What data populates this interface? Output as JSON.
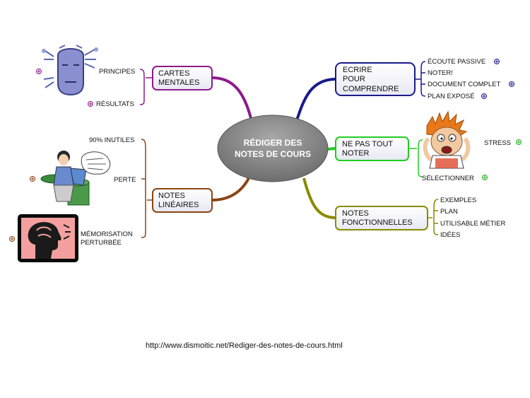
{
  "center": {
    "line1": "RÉDIGER DES",
    "line2": "NOTES DE COURS"
  },
  "branches": {
    "ecrire": {
      "title": [
        "ECRIRE",
        "POUR",
        "COMPRENDRE"
      ],
      "color": "#1a1a8c",
      "items": [
        "ÉCOUTE PASSIVE",
        "NOTER!",
        "DOCUMENT COMPLET",
        "PLAN EXPOSÉ"
      ]
    },
    "ne_pas": {
      "title": [
        "NE PAS TOUT",
        "NOTER"
      ],
      "color": "#22cc22",
      "items": [
        "STRESS",
        "SÉLECTIONNER"
      ]
    },
    "fonctionnelles": {
      "title": [
        "NOTES",
        "FONCTIONNELLES"
      ],
      "color": "#8a8a00",
      "items": [
        "EXEMPLES",
        "PLAN",
        "UTILISABLE MÉTIER",
        "IDÉES"
      ]
    },
    "cartes": {
      "title": [
        "CARTES",
        "MENTALES"
      ],
      "color": "#8c1a8c",
      "items": [
        "PRINCIPES",
        "RÉSULTATS"
      ]
    },
    "lineaires": {
      "title": [
        "NOTES",
        "LINÉAIRES"
      ],
      "color": "#8b4513",
      "items": [
        "90% INUTILES",
        "PERTE",
        "MÉMORISATION",
        "PERTURBÉE"
      ]
    }
  },
  "footer_url": "http://www.dismoitic.net/Rediger-des-notes-de-cours.html"
}
